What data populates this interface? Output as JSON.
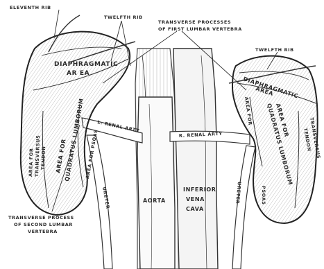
{
  "labels": {
    "eleventh_rib": "ELEVENTH RIB",
    "twelfth_rib_left": "TWELFTH RIB",
    "twelfth_rib_right": "TWELFTH RIB",
    "transverse_first_1": "TRANSVERSE PROCESSES",
    "transverse_first_2": "OF FIRST LUMBAR VERTEBRA",
    "diaphragmatic_left_1": "DIAPHRAGMATIC",
    "diaphragmatic_left_2": "AR   EA",
    "diaphragmatic_right_1": "DIAPHRAGMATIC",
    "diaphragmatic_right_2": "AREA",
    "quad_left_1": "AREA FOR",
    "quad_left_2": "QUADRATUS LUMBORUM",
    "quad_right_1": "AREA FOR",
    "quad_right_2": "QUADRATUS LUMBORUM",
    "transversus_left_1": "AREA FOR",
    "transversus_left_2": "TRANSVERSUS",
    "transversus_left_3": "TENDON",
    "transversus_right_1": "TRANSVERSUS",
    "transversus_right_2": "TENDON",
    "psoas_left": "AREA FOR PSOAS",
    "psoas_right_top": "AREA FOR",
    "psoas_right_bottom": "PSOAS",
    "renal_left": "L. RENAL ARTY",
    "renal_right": "R. RENAL ARTY",
    "ureter_left": "URETER",
    "ureter_right": "URETER",
    "aorta": "AORTA",
    "ivc_1": "INFERIOR",
    "ivc_2": "VENA",
    "ivc_3": "CAVA",
    "transverse_second_1": "TRANSVERSE PROCESS",
    "transverse_second_2": "OF SECOND LUMBAR",
    "transverse_second_3": "VERTEBRA"
  }
}
